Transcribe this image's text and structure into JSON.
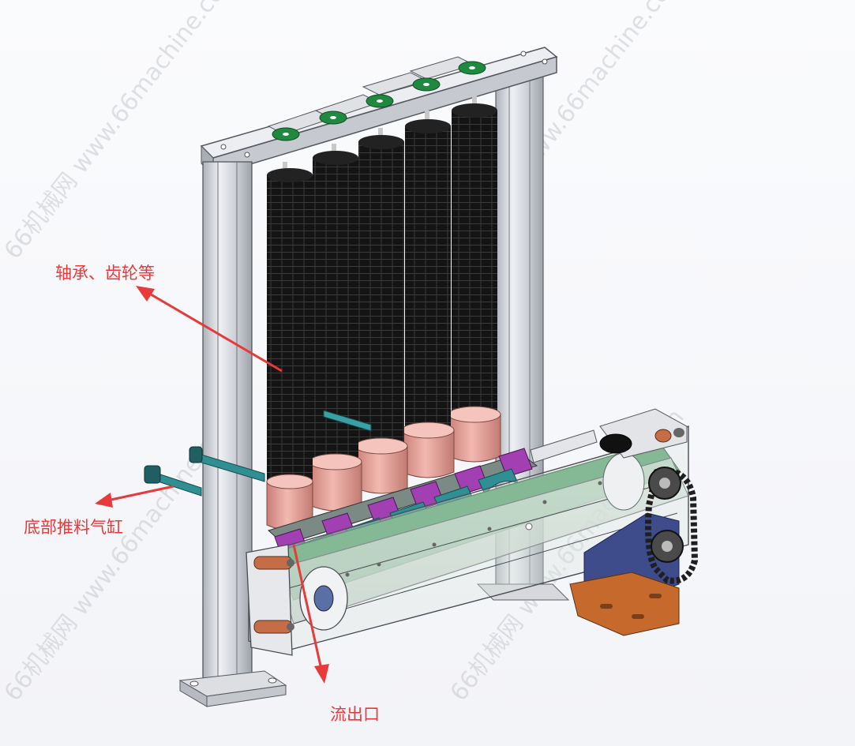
{
  "labels": {
    "bearings": "轴承、齿轮等",
    "cylinder": "底部推料气缸",
    "outlet": "流出口"
  },
  "watermark": {
    "text": "66机械网 www.66machine.com"
  },
  "colors": {
    "annotation": "#e83a3a",
    "roller": "#161616",
    "aluminum": "#cfd2d8",
    "collar": "#e8a59c",
    "belt_green": "#4f9a66",
    "purple_block": "#a13fb3",
    "teal": "#2f8f93",
    "motor_blue": "#3f4c8c",
    "base_copper": "#c56a2c"
  }
}
